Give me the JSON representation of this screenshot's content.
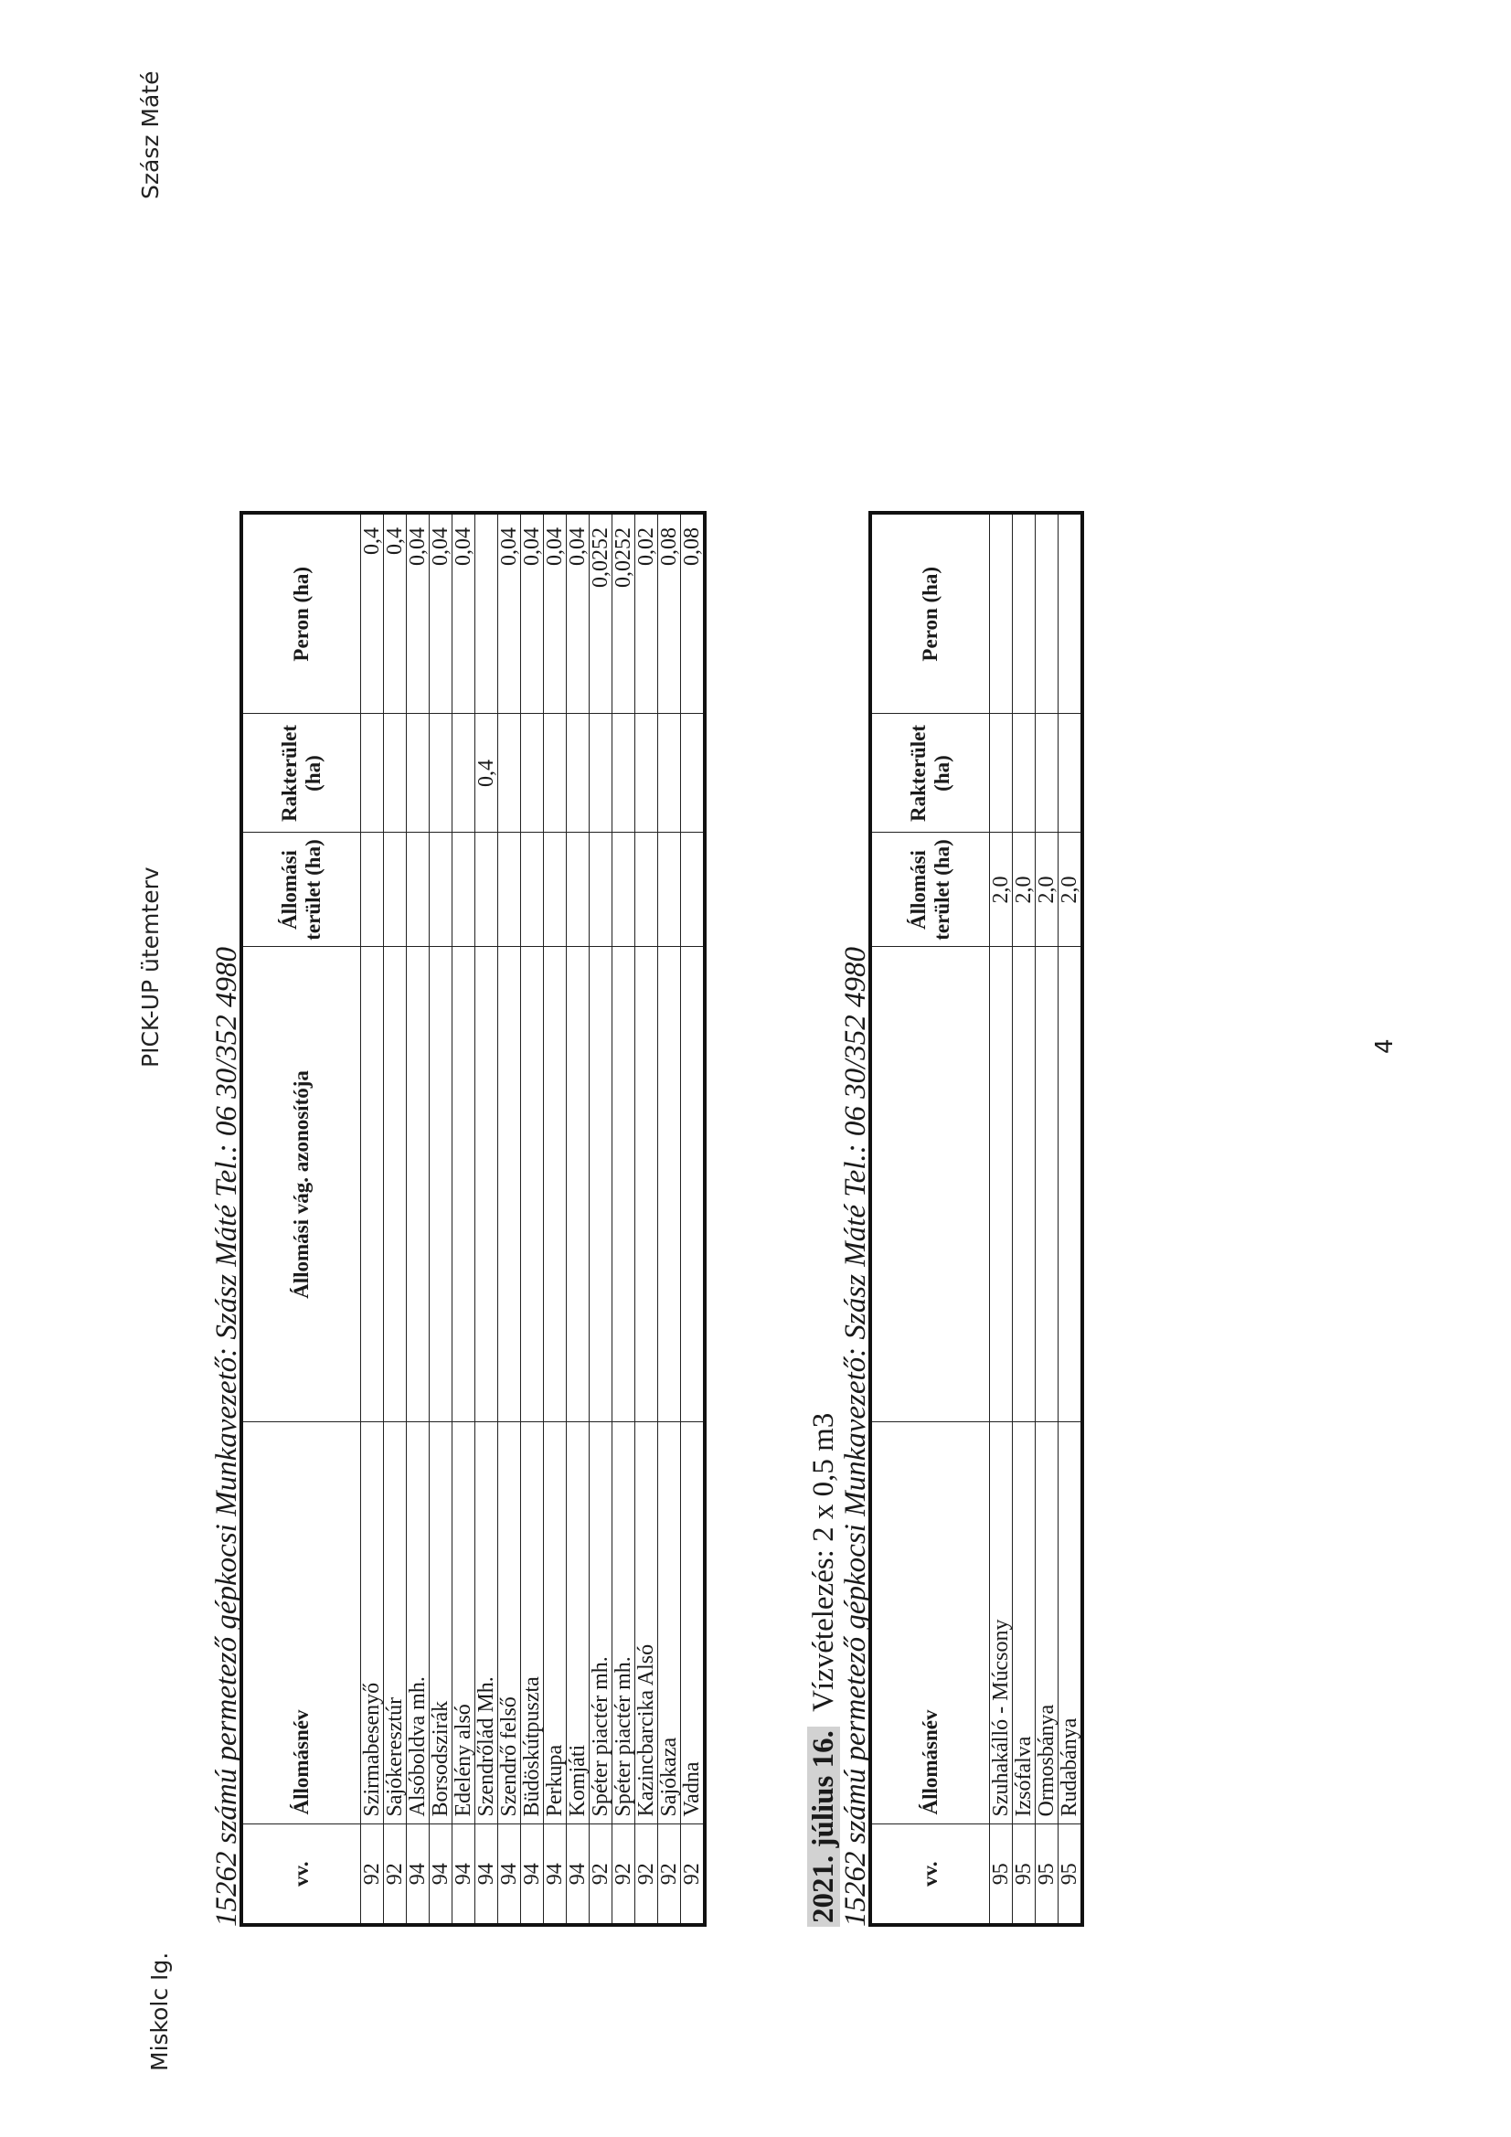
{
  "header": {
    "left": "Miskolc Ig.",
    "center": "PICK-UP ütemterv",
    "right": "Szász Máté"
  },
  "section1": {
    "caption": "15262 számú permetező gépkocsi Munkavezető: Szász Máté Tel.: 06 30/352 4980",
    "columns": [
      "vv.",
      "Állomásnév",
      "Állomási vág. azonosítója",
      "Állomási terület (ha)",
      "Rakterület (ha)",
      "Peron (ha)"
    ],
    "rows": [
      {
        "vv": "92",
        "name": "Szirmabesenyő",
        "track": "",
        "area": "",
        "rak": "",
        "peron": "0,4"
      },
      {
        "vv": "92",
        "name": "Sajókeresztúr",
        "track": "",
        "area": "",
        "rak": "",
        "peron": "0,4"
      },
      {
        "vv": "94",
        "name": "Alsóboldva mh.",
        "track": "",
        "area": "",
        "rak": "",
        "peron": "0,04"
      },
      {
        "vv": "94",
        "name": "Borsodszirák",
        "track": "",
        "area": "",
        "rak": "",
        "peron": "0,04"
      },
      {
        "vv": "94",
        "name": "Edelény alsó",
        "track": "",
        "area": "",
        "rak": "",
        "peron": "0,04"
      },
      {
        "vv": "94",
        "name": "Szendrőlád Mh.",
        "track": "",
        "area": "",
        "rak": "0,4",
        "peron": ""
      },
      {
        "vv": "94",
        "name": "Szendrő felső",
        "track": "",
        "area": "",
        "rak": "",
        "peron": "0,04"
      },
      {
        "vv": "94",
        "name": "Büdöskútpuszta",
        "track": "",
        "area": "",
        "rak": "",
        "peron": "0,04"
      },
      {
        "vv": "94",
        "name": "Perkupa",
        "track": "",
        "area": "",
        "rak": "",
        "peron": "0,04"
      },
      {
        "vv": "94",
        "name": "Komjáti",
        "track": "",
        "area": "",
        "rak": "",
        "peron": "0,04"
      },
      {
        "vv": "92",
        "name": "Spéter piactér mh.",
        "track": "",
        "area": "",
        "rak": "",
        "peron": "0,0252"
      },
      {
        "vv": "92",
        "name": "Spéter piactér mh.",
        "track": "",
        "area": "",
        "rak": "",
        "peron": "0,0252"
      },
      {
        "vv": "92",
        "name": "Kazincbarcika Alsó",
        "track": "",
        "area": "",
        "rak": "",
        "peron": "0,02"
      },
      {
        "vv": "92",
        "name": "Sajókaza",
        "track": "",
        "area": "",
        "rak": "",
        "peron": "0,08"
      },
      {
        "vv": "92",
        "name": "Vadna",
        "track": "",
        "area": "",
        "rak": "",
        "peron": "0,08"
      }
    ]
  },
  "section2": {
    "date": "2021. július 16.",
    "water_note": "Vízvételezés: 2 x 0,5 m3",
    "caption": "15262 számú permetező gépkocsi Munkavezető: Szász Máté Tel.: 06 30/352 4980",
    "columns": [
      "vv.",
      "Állomásnév",
      "",
      "Állomási terület (ha)",
      "Rakterület (ha)",
      "Peron (ha)"
    ],
    "rows": [
      {
        "vv": "95",
        "name": "Szuhakálló - Múcsony",
        "track": "",
        "area": "2,0",
        "rak": "",
        "peron": ""
      },
      {
        "vv": "95",
        "name": "Izsófalva",
        "track": "",
        "area": "2,0",
        "rak": "",
        "peron": ""
      },
      {
        "vv": "95",
        "name": "Ormosbánya",
        "track": "",
        "area": "2,0",
        "rak": "",
        "peron": ""
      },
      {
        "vv": "95",
        "name": "Rudabánya",
        "track": "",
        "area": "2,0",
        "rak": "",
        "peron": ""
      }
    ]
  },
  "page_number": "4"
}
